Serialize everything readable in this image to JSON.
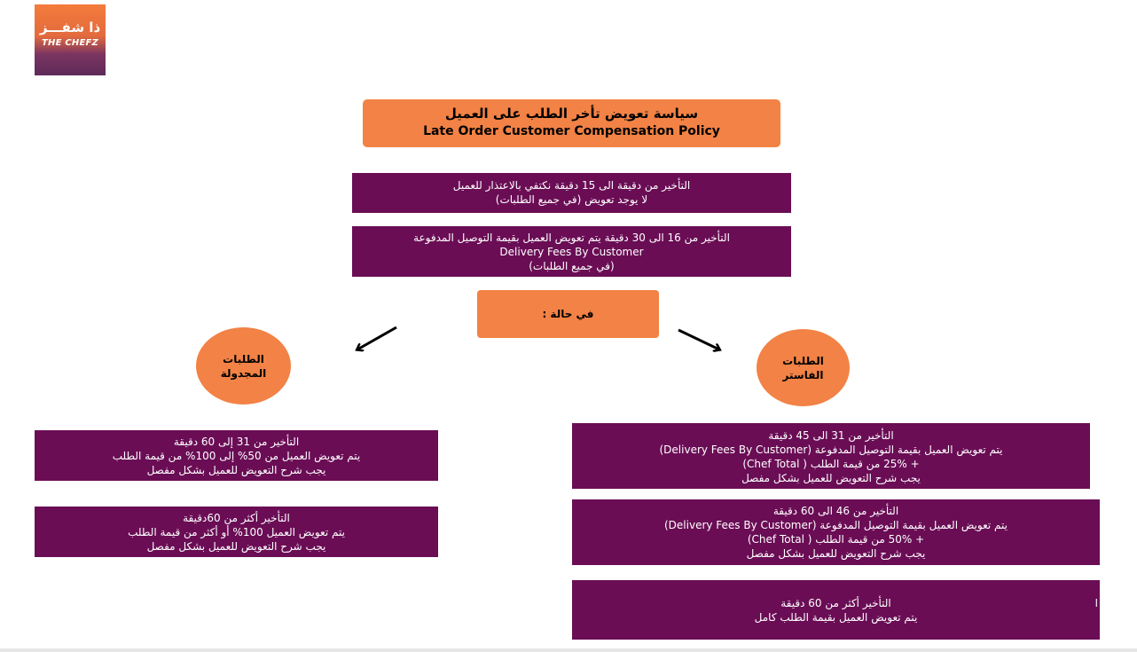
{
  "logo": {
    "arabic": "ذا شفـــز",
    "english": "THE CHEFZ"
  },
  "title": {
    "arabic": "سياسة تعويض تأخر الطلب على العميل",
    "english": "Late Order Customer Compensation Policy"
  },
  "rule_1": {
    "line1": "التأخير من دقيقة الى 15 دقيقة نكتفي بالاعتذار للعميل",
    "line2": "لا يوجد تعويض (في جميع الطلبات)"
  },
  "rule_2": {
    "line1": "التأخير من 16 الى 30 دقيقة  يتم تعويض العميل بقيمة التوصيل المدفوعة",
    "line2": "Delivery Fees By Customer",
    "line3": "(في جميع الطلبات)"
  },
  "case_label": "في حالة :",
  "scheduled": {
    "circle_line1": "الطلبات",
    "circle_line2": "المجدولة",
    "box1": {
      "line1": "التأخير من 31  إلى 60 دقيقة",
      "line2": "يتم تعويض العميل من 50% إلى 100% من قيمة الطلب",
      "line3": "يجب شرح التعويض للعميل بشكل مفصل"
    },
    "box2": {
      "line1": "التأخير أكثر من 60دقيقة",
      "line2": "يتم تعويض العميل 100% أو أكثر من قيمة الطلب",
      "line3": "يجب شرح التعويض للعميل بشكل مفصل"
    }
  },
  "faster": {
    "circle_line1": "الطلبات",
    "circle_line2": "الفاستر",
    "box1": {
      "line1": "التأخير من  31 الى 45 دقيقة",
      "line2": "يتم تعويض العميل بقيمة التوصيل المدفوعة (Delivery Fees By Customer)",
      "line3": "+ 25% من قيمة الطلب  ( Chef Total)",
      "line4": "يجب شرح التعويض للعميل بشكل مفصل"
    },
    "box2": {
      "line1": "التأخير من  46 الى 60 دقيقة",
      "line2": "يتم تعويض العميل بقيمة التوصيل المدفوعة (Delivery Fees By Customer)",
      "line3": "+ 50% من قيمة الطلب ( Chef Total)",
      "line4": "يجب شرح التعويض للعميل بشكل مفصل"
    },
    "box3": {
      "line1": "التأخير  أكثر من 60 دقيقة",
      "line2": "يتم تعويض العميل بقيمة الطلب كامل",
      "mark": "ا"
    }
  },
  "colors": {
    "orange": "#f28245",
    "purple": "#6a0d55"
  }
}
